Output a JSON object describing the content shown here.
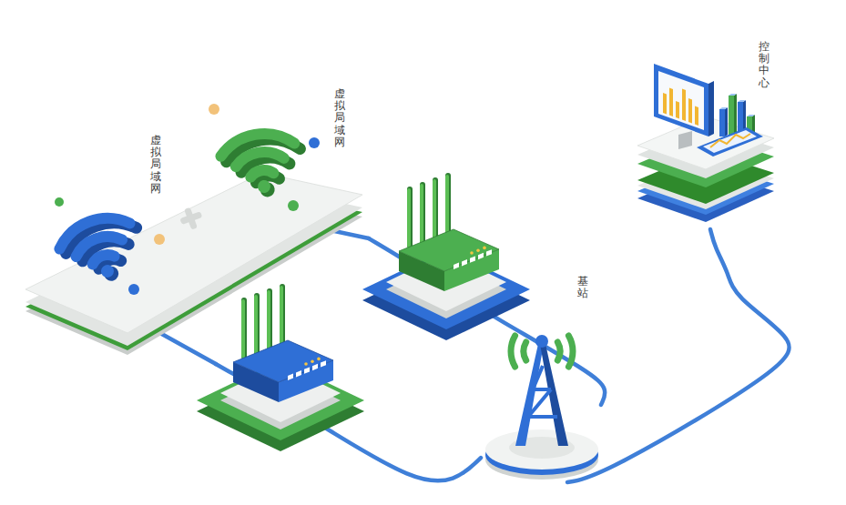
{
  "diagram": {
    "nodes": [
      {
        "text": [
          "虚拟局域网",
          "虚拟局域网"
        ]
      },
      {
        "text": [
          "基站"
        ]
      },
      {
        "text": [
          "控制中心"
        ]
      }
    ],
    "edges": [
      {
        "from": 0,
        "to": 1,
        "arrow": "none"
      },
      {
        "from": 0,
        "to": 1,
        "arrow": "none"
      },
      {
        "from": 1,
        "to": 2,
        "arrow": "none"
      }
    ]
  }
}
